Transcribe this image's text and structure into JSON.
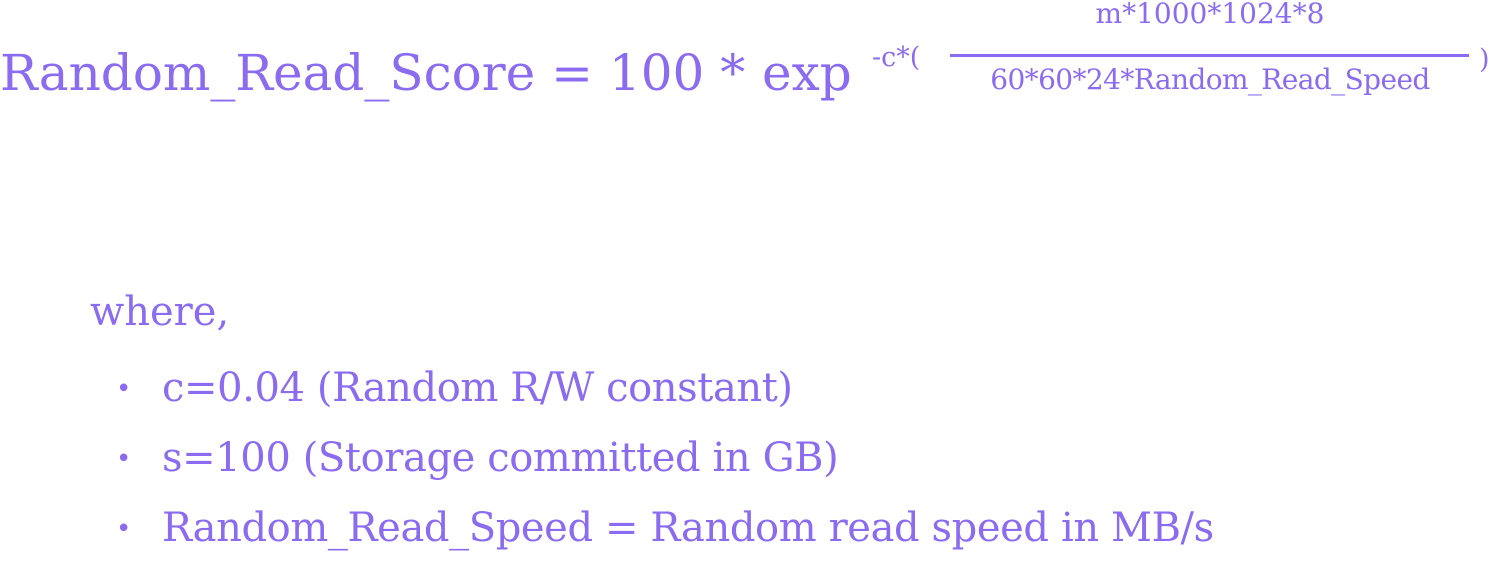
{
  "formula": {
    "lhs": "Random_Read_Score = 100 * ",
    "function": "exp",
    "exponent_prefix": "-c*(",
    "numerator": "m*1000*1024*8",
    "denominator": "60*60*24*Random_Read_Speed",
    "closing": ")"
  },
  "where_label": "where,",
  "bullet_glyph": "•",
  "definitions": [
    {
      "text": "c=0.04  (Random R/W constant)"
    },
    {
      "text": "s=100 (Storage committed in GB)"
    },
    {
      "text": "Random_Read_Speed = Random read speed in MB/s"
    }
  ],
  "colors": {
    "text": "#8b6cf0",
    "background": "#ffffff"
  }
}
